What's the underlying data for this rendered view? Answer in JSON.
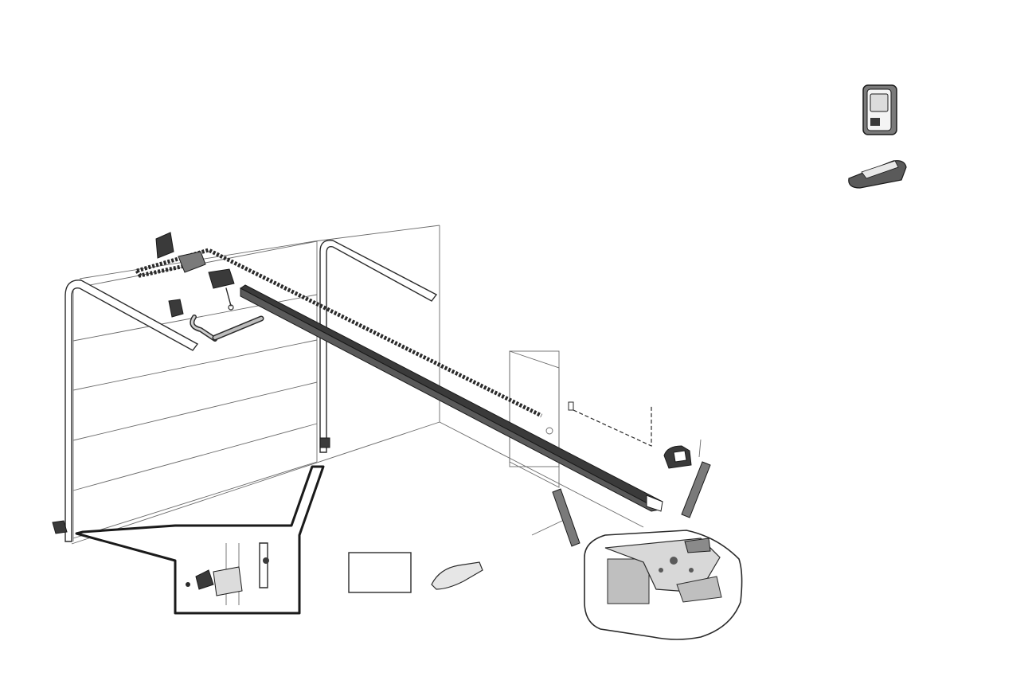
{
  "diagram": {
    "kind": "garage door opener parts installation overview",
    "labels": [],
    "colors": {
      "line": "#2a2a2a",
      "part_dark": "#3a3a3a",
      "part_grey": "#9a9a9a",
      "background": "#ffffff"
    },
    "parts": [
      {
        "name": "door-control-icon"
      },
      {
        "name": "remote-control-icon"
      },
      {
        "name": "header-bracket"
      },
      {
        "name": "trolley"
      },
      {
        "name": "door-bracket"
      },
      {
        "name": "curved-door-arm"
      },
      {
        "name": "straight-door-arm"
      },
      {
        "name": "chain"
      },
      {
        "name": "rail"
      },
      {
        "name": "wall-control-wiring"
      },
      {
        "name": "safety-sensor"
      },
      {
        "name": "hanging-bracket-left"
      },
      {
        "name": "hanging-bracket-right"
      },
      {
        "name": "lube-packet"
      },
      {
        "name": "hardware-bag"
      },
      {
        "name": "motor-unit"
      },
      {
        "name": "safety-sensor-detail-callout"
      }
    ]
  }
}
